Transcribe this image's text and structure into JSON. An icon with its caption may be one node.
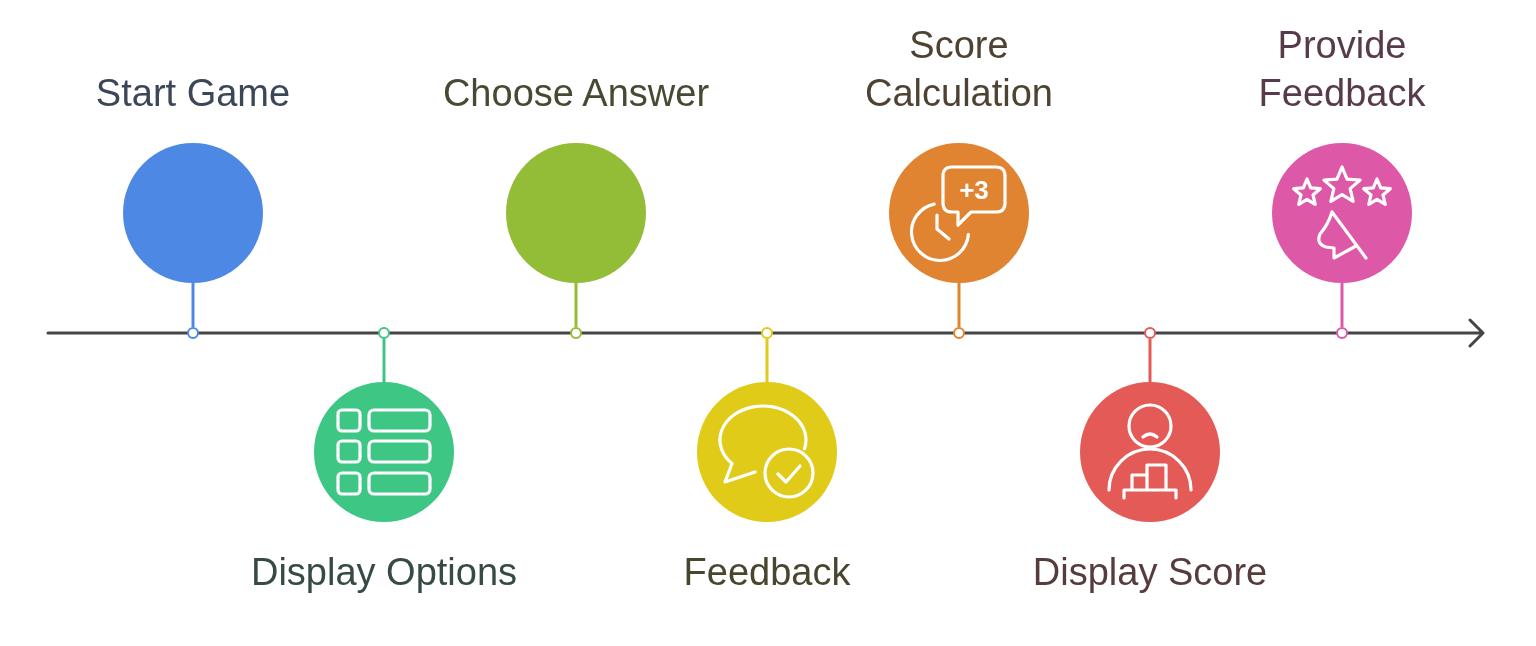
{
  "diagram": {
    "nodes": [
      {
        "text": [
          "Start Game"
        ]
      },
      {
        "text": [
          "Display Options"
        ]
      },
      {
        "text": [
          "Choose Answer"
        ]
      },
      {
        "text": [
          "Feedback"
        ]
      },
      {
        "text": [
          "Score Calculation"
        ]
      },
      {
        "text": [
          "Display Score"
        ]
      },
      {
        "text": [
          "Provide Feedback"
        ]
      },
      {
        "text": [],
        "shape": "circle"
      },
      {
        "text": [],
        "shape": "circle"
      },
      {
        "text": [],
        "shape": "circle"
      },
      {
        "text": [],
        "shape": "circle"
      },
      {
        "text": [],
        "shape": "circle"
      },
      {
        "text": [],
        "shape": "circle"
      },
      {
        "text": [],
        "shape": "circle"
      }
    ],
    "edges": [
      {
        "from": 0,
        "to": 7,
        "arrow": "none",
        "color": "#4e88e5"
      },
      {
        "from": 1,
        "to": 8,
        "arrow": "none",
        "color": "#3ec685"
      },
      {
        "from": 2,
        "to": 9,
        "arrow": "none",
        "color": "#93bc37"
      },
      {
        "from": 3,
        "to": 10,
        "arrow": "none",
        "color": "#e0cb19"
      },
      {
        "from": 4,
        "to": 11,
        "arrow": "none",
        "color": "#e08431"
      },
      {
        "from": 5,
        "to": 12,
        "arrow": "none",
        "color": "#e45a56"
      },
      {
        "from": 6,
        "to": 13,
        "arrow": "none",
        "color": "#de58a8"
      }
    ],
    "labels": [
      "+3"
    ]
  }
}
